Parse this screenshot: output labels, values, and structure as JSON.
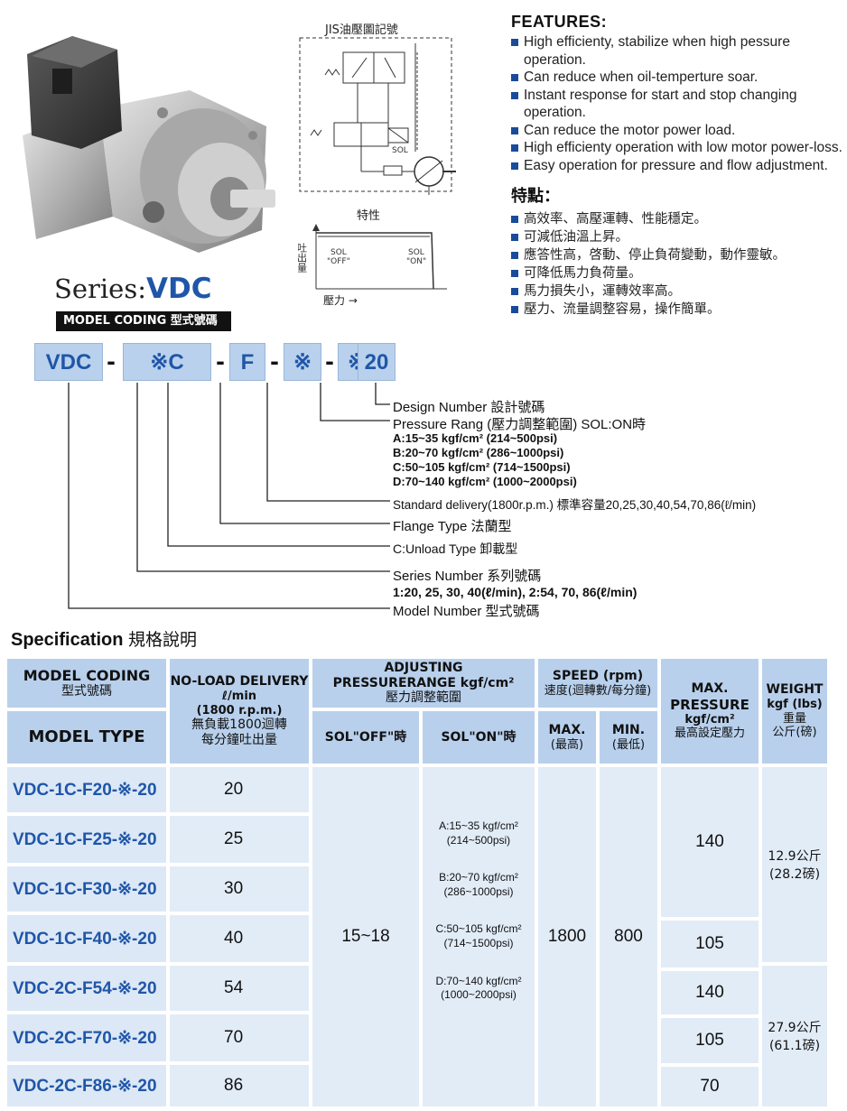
{
  "jis_title": "JIS油壓圖記號",
  "symbol": {
    "sol_label": "SOL"
  },
  "characteristic": {
    "title": "特性",
    "y_label": "吐出量",
    "x_label": "壓力 →",
    "left_state": "SOL\n\"OFF\"",
    "right_state": "SOL\n\"ON\""
  },
  "features": {
    "title": "FEATURES:",
    "items": [
      "High efficienty, stabilize when high pessure operation.",
      "Can reduce when oil-temperture soar.",
      "Instant response for start and stop changing operation.",
      "Can reduce the motor power load.",
      "High efficienty operation with low motor power-loss.",
      "Easy operation for pressure and flow adjustment."
    ]
  },
  "features_zh": {
    "title": "特點：",
    "items": [
      "高效率、高壓運轉、性能穩定。",
      "可減低油溫上昇。",
      "應答性高，啓動、停止負荷變動，動作靈敏。",
      "可降低馬力負荷量。",
      "馬力損失小，運轉效率高。",
      "壓力、流量調整容易，操作簡單。"
    ]
  },
  "series": {
    "prefix": "Series:",
    "name": "VDC"
  },
  "model_coding_label": "MODEL CODING 型式號碼",
  "code_parts": [
    "VDC",
    "※C",
    "F",
    "※",
    "※",
    "20"
  ],
  "code_dash": "-",
  "descriptions": {
    "design": "Design Number 設計號碼",
    "pressure": "Pressure Rang (壓力調整範圍) SOL:ON時",
    "pressure_a": "A:15~35 kgf/cm² (214~500psi)",
    "pressure_b": "B:20~70 kgf/cm² (286~1000psi)",
    "pressure_c": "C:50~105 kgf/cm² (714~1500psi)",
    "pressure_d": "D:70~140 kgf/cm² (1000~2000psi)",
    "delivery": "Standard delivery(1800r.p.m.) 標準容量20,25,30,40,54,70,86(ℓ/min)",
    "flange": "Flange Type 法蘭型",
    "unload": "C:Unload Type 卸載型",
    "series_num": "Series Number 系列號碼",
    "series_detail": "1:20, 25, 30, 40(ℓ/min),   2:54, 70, 86(ℓ/min)",
    "model_num": "Model Number 型式號碼"
  },
  "spec_title": "Specification",
  "spec_title_zh": "規格說明",
  "table": {
    "h_model_coding": "MODEL CODING",
    "h_model_coding_zh": "型式號碼",
    "h_model_type": "MODEL TYPE",
    "h_delivery_1": "NO-LOAD DELIVERY",
    "h_delivery_2": "ℓ/min",
    "h_delivery_3": "(1800 r.p.m.)",
    "h_delivery_4": "無負載1800迴轉",
    "h_delivery_5": "每分鐘吐出量",
    "h_adjust_1": "ADJUSTING",
    "h_adjust_2": "PRESSURERANGE kgf/cm²",
    "h_adjust_3": "壓力調整範圍",
    "h_sol_off": "SOL\"OFF\"時",
    "h_sol_on": "SOL\"ON\"時",
    "h_speed_1": "SPEED (rpm)",
    "h_speed_2": "速度(迴轉數/每分鐘)",
    "h_max": "MAX.",
    "h_max_zh": "(最高)",
    "h_min": "MIN.",
    "h_min_zh": "(最低)",
    "h_maxp_1": "MAX.",
    "h_maxp_2": "PRESSURE",
    "h_maxp_3": "kgf/cm²",
    "h_maxp_4": "最高設定壓力",
    "h_weight_1": "WEIGHT",
    "h_weight_2": "kgf (lbs)",
    "h_weight_3": "重量",
    "h_weight_4": "公斤(磅)",
    "rows": [
      {
        "model": "VDC-1C-F20-※-20",
        "delivery": "20"
      },
      {
        "model": "VDC-1C-F25-※-20",
        "delivery": "25"
      },
      {
        "model": "VDC-1C-F30-※-20",
        "delivery": "30"
      },
      {
        "model": "VDC-1C-F40-※-20",
        "delivery": "40"
      },
      {
        "model": "VDC-2C-F54-※-20",
        "delivery": "54"
      },
      {
        "model": "VDC-2C-F70-※-20",
        "delivery": "70"
      },
      {
        "model": "VDC-2C-F86-※-20",
        "delivery": "86"
      }
    ],
    "sol_off_value": "15~18",
    "sol_on": [
      {
        "range": "A:15~35 kgf/cm²",
        "psi": "(214~500psi)"
      },
      {
        "range": "B:20~70 kgf/cm²",
        "psi": "(286~1000psi)"
      },
      {
        "range": "C:50~105 kgf/cm²",
        "psi": "(714~1500psi)"
      },
      {
        "range": "D:70~140 kgf/cm²",
        "psi": "(1000~2000psi)"
      }
    ],
    "speed_max": "1800",
    "speed_min": "800",
    "max_pressure": [
      "140",
      "105",
      "140",
      "105",
      "70"
    ],
    "weight_1": "12.9公斤",
    "weight_1_lbs": "(28.2磅)",
    "weight_2": "27.9公斤",
    "weight_2_lbs": "(61.1磅)"
  }
}
